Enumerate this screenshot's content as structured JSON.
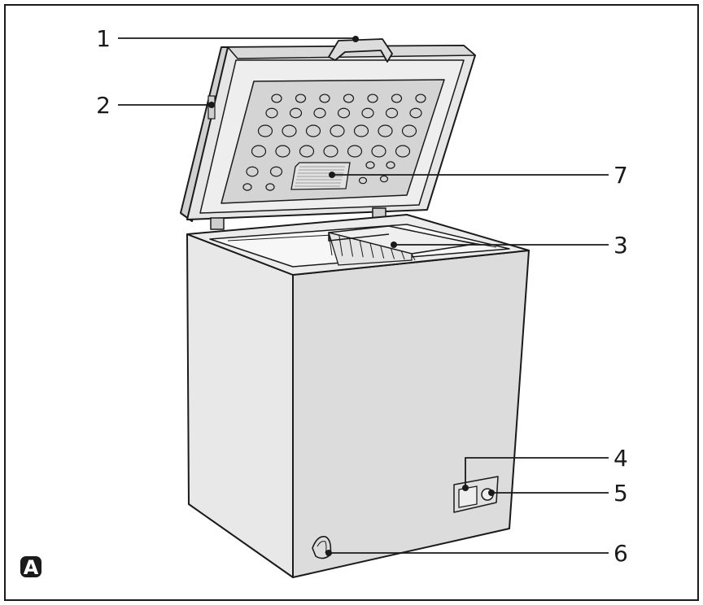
{
  "figure": {
    "letter": "A"
  },
  "callouts": [
    {
      "id": "c1",
      "number": "1"
    },
    {
      "id": "c2",
      "number": "2"
    },
    {
      "id": "c3",
      "number": "3"
    },
    {
      "id": "c4",
      "number": "4"
    },
    {
      "id": "c5",
      "number": "5"
    },
    {
      "id": "c6",
      "number": "6"
    },
    {
      "id": "c7",
      "number": "7"
    }
  ],
  "colors": {
    "line": "#1a1a1a",
    "body_fill": "#e6e6e6",
    "body_side_fill": "#dcdcdc",
    "lid_liner_fill": "#d4d4d4",
    "background": "#ffffff"
  }
}
